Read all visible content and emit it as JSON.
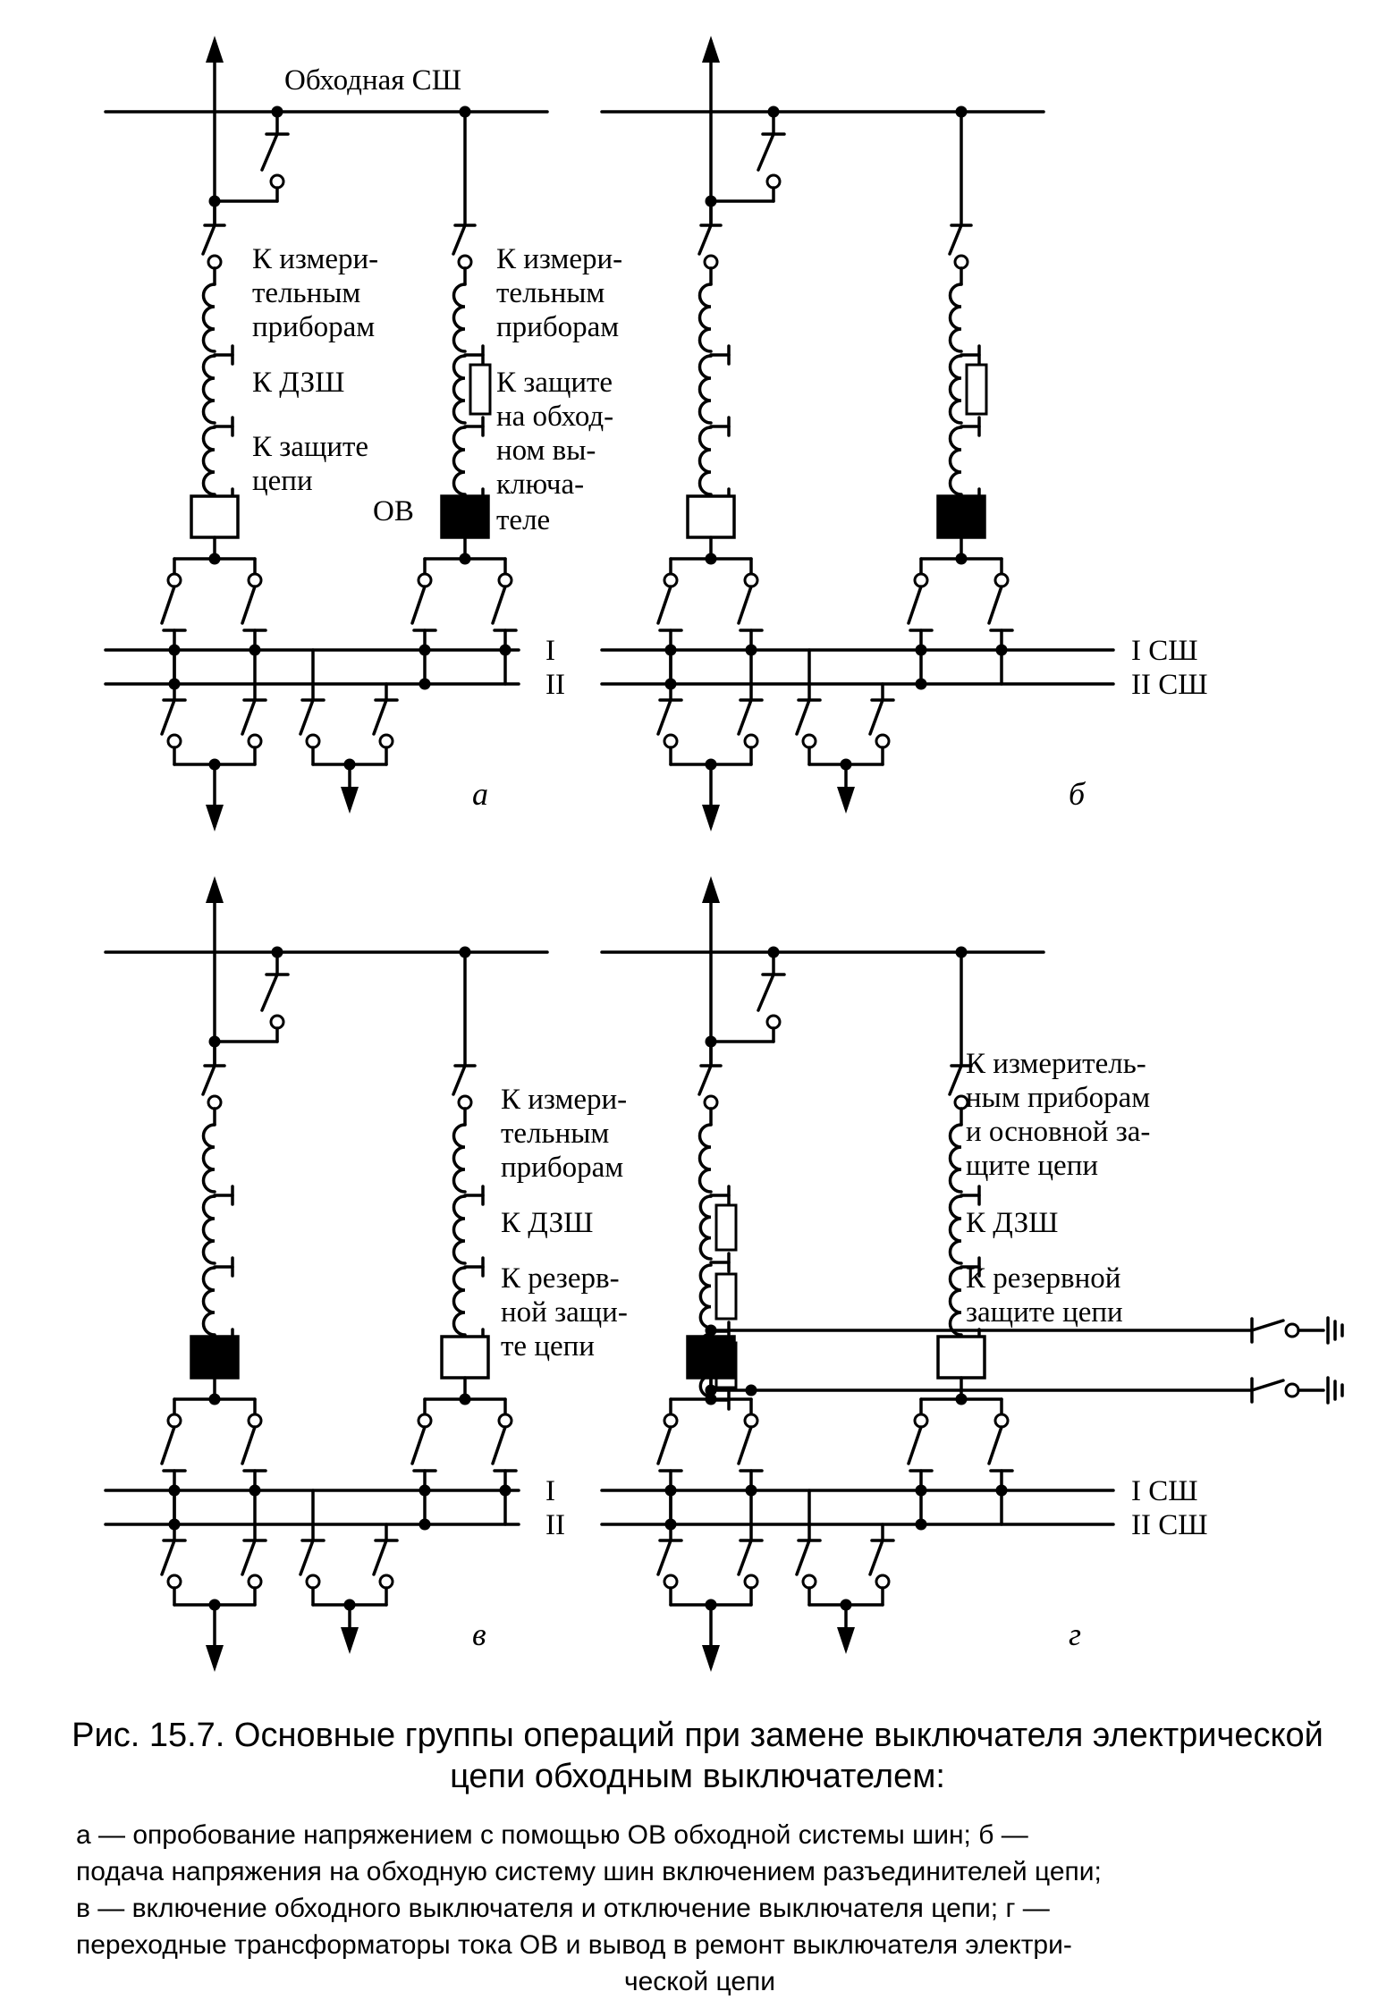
{
  "diagram": {
    "panel_a": {
      "bus_label": "Обходная СШ",
      "text_left": [
        "К измери-",
        "тельным",
        "приборам",
        "К ДЗШ",
        "К защите",
        "цепи"
      ],
      "text_right": [
        "К измери-",
        "тельным",
        "приборам",
        "К защите",
        "на обход-",
        "ном вы-",
        "ключа-",
        "теле"
      ],
      "ov_label": "ОВ",
      "bus_I": "I",
      "bus_II": "II",
      "letter": "а"
    },
    "panel_b": {
      "bus_I": "I СШ",
      "bus_II": "II СШ",
      "letter": "б"
    },
    "panel_c": {
      "text_right": [
        "К измери-",
        "тельным",
        "приборам",
        "К ДЗШ",
        "К резерв-",
        "ной защи-",
        "те цепи"
      ],
      "bus_I": "I",
      "bus_II": "II",
      "letter": "в"
    },
    "panel_d": {
      "text_right": [
        "К измеритель-",
        "ным приборам",
        "и основной за-",
        "щите цепи",
        "К ДЗШ",
        "К резервной",
        "защите цепи"
      ],
      "bus_I": "I СШ",
      "bus_II": "II СШ",
      "letter": "г"
    }
  },
  "caption": {
    "title": "Рис. 15.7. Основные группы операций при замене выключателя электрической цепи обходным выключателем:",
    "legend_lines": [
      "а — опробование напряжением с помощью ОВ обходной системы шин; б —",
      "подача напряжения на обходную систему шин включением разъединителей цепи;",
      "в — включение обходного выключателя и отключение выключателя цепи; г —",
      "переходные трансформаторы тока ОВ и вывод в ремонт выключателя электри-",
      "ческой цепи"
    ]
  }
}
